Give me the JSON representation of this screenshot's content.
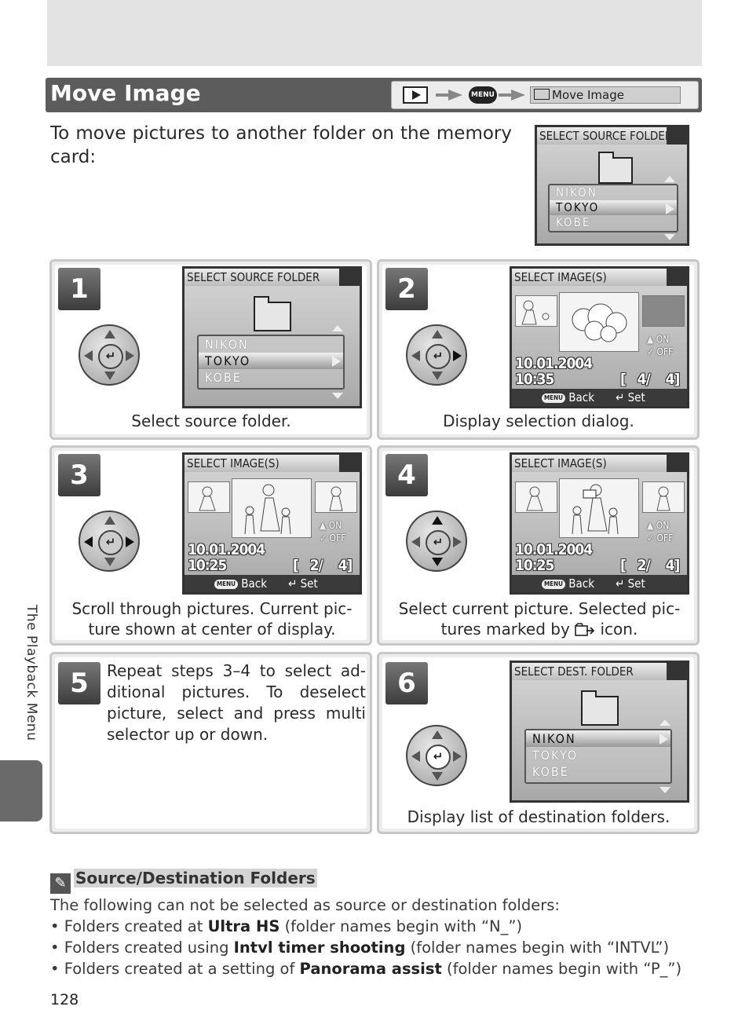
{
  "header": {
    "title": "Move Image",
    "breadcrumb_menu": "MENU",
    "breadcrumb_label": "Move Image"
  },
  "intro": "To move pictures to another folder on the memory card:",
  "lcd_folders": [
    "NIKON",
    "TOKYO",
    "KOBE"
  ],
  "lcd_select_source": "SELECT SOURCE FOLDER",
  "lcd_select_images": "SELECT IMAGE(S)",
  "lcd_select_dest": "SELECT DEST. FOLDER",
  "lcd_on": "ON",
  "lcd_off": "OFF",
  "lcd_back": "Back",
  "lcd_set": "Set",
  "lcd_menu": "MENU",
  "steps": [
    {
      "num": "1",
      "caption": "Select source folder."
    },
    {
      "num": "2",
      "caption": "Display selection dialog.",
      "date": "10.01.2004",
      "time": "10:35",
      "counter": "[   4/    4]"
    },
    {
      "num": "3",
      "caption": "Scroll through pictures.  Current picture shown at center of display.",
      "caption_line1": "Scroll through pictures.  Current pic-",
      "caption_line2": "ture shown at center of display.",
      "date": "10.01.2004",
      "time": "10:25",
      "counter": "[   2/    4]"
    },
    {
      "num": "4",
      "caption_line1": "Select current picture.  Selected pic-",
      "caption_line2a": "tures marked by",
      "caption_line2b": "icon.",
      "date": "10.01.2004",
      "time": "10:25",
      "counter": "[   2/    4]"
    },
    {
      "num": "5",
      "text": "Repeat steps 3–4 to select additional pictures.  To deselect picture, select and press multi selector up or down.",
      "line1": "Repeat steps 3–4 to select ad-",
      "line2": "ditional pictures.  To deselect",
      "line3": "picture, select and press multi",
      "line4": "selector up or down."
    },
    {
      "num": "6",
      "caption": "Display list of destination folders."
    }
  ],
  "side_label": "The Playback Menu",
  "note": {
    "heading": "Source/Destination Folders",
    "intro": "The following can not be selected as source or destination folders:",
    "items": [
      {
        "pre": "• Folders created at ",
        "bold": "Ultra HS",
        "post": " (folder names begin with “N_”)"
      },
      {
        "pre": "• Folders created using ",
        "bold": "Intvl timer shooting",
        "post": " (folder names begin with “INTVL”)"
      },
      {
        "pre": "• Folders created at a setting of ",
        "bold": "Panorama assist",
        "post": " (folder names begin with “P_”)"
      }
    ]
  },
  "page_number": "128"
}
